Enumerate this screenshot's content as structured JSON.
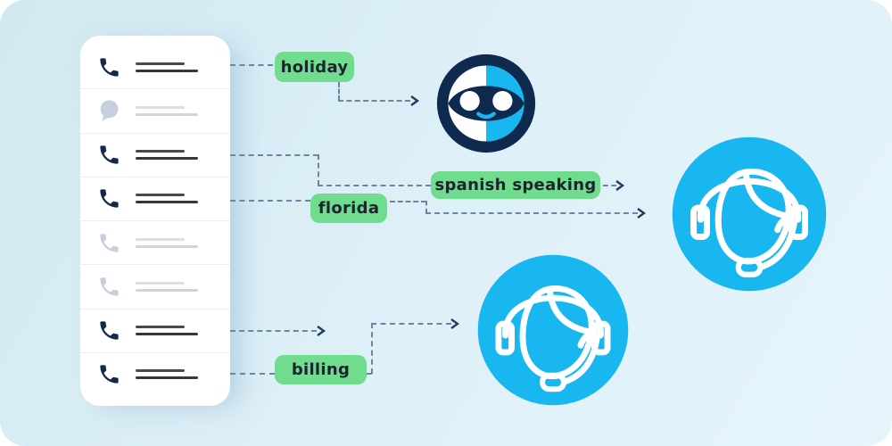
{
  "labels": {
    "holiday": "holiday",
    "spanish_speaking": "spanish speaking",
    "florida": "florida",
    "billing": "billing"
  },
  "call_list": {
    "rows": [
      {
        "icon": "phone",
        "state": "active"
      },
      {
        "icon": "chat",
        "state": "inactive"
      },
      {
        "icon": "phone",
        "state": "active"
      },
      {
        "icon": "phone",
        "state": "active"
      },
      {
        "icon": "phone",
        "state": "inactive"
      },
      {
        "icon": "phone",
        "state": "inactive"
      },
      {
        "icon": "phone",
        "state": "active"
      },
      {
        "icon": "phone",
        "state": "active"
      }
    ]
  },
  "nodes": {
    "chatbot": {
      "icon": "chatbot-icon"
    },
    "agent_right": {
      "icon": "agent-headset-icon"
    },
    "agent_bottom": {
      "icon": "agent-headset-icon"
    }
  },
  "colors": {
    "background_start": "#d2e9f2",
    "background_end": "#e6f5fc",
    "navy": "#14294a",
    "deep_navy": "#0e2a4e",
    "cyan": "#18b7f0",
    "green": "#70dc8d",
    "dash": "#6c85a0",
    "arrow": "#1f3b5e",
    "inactive_icon": "#c7cfdc"
  }
}
